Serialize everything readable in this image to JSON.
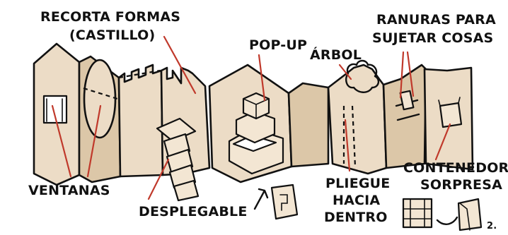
{
  "labels": {
    "recorta_line1": "RECORTA FORMAS",
    "recorta_line2": "(CASTILLO)",
    "popup": "POP-UP",
    "arbol": "ÁRBOL",
    "ranuras_line1": "RANURAS PARA",
    "ranuras_line2": "SUJETAR COSAS",
    "ventanas": "VENTANAS",
    "desplegable": "DESPLEGABLE",
    "pliegue_line1": "PLIEGUE",
    "pliegue_line2": "HACIA",
    "pliegue_line3": "DENTRO",
    "contenedor_line1": "CONTENEDOR",
    "contenedor_line2": "SORPRESA",
    "step_2": "2."
  },
  "colors": {
    "paper": "#ecdcc6",
    "paper_shadow": "#dcc7a8",
    "ink": "#111111",
    "pointer": "#c0392b",
    "background": "#ffffff"
  }
}
